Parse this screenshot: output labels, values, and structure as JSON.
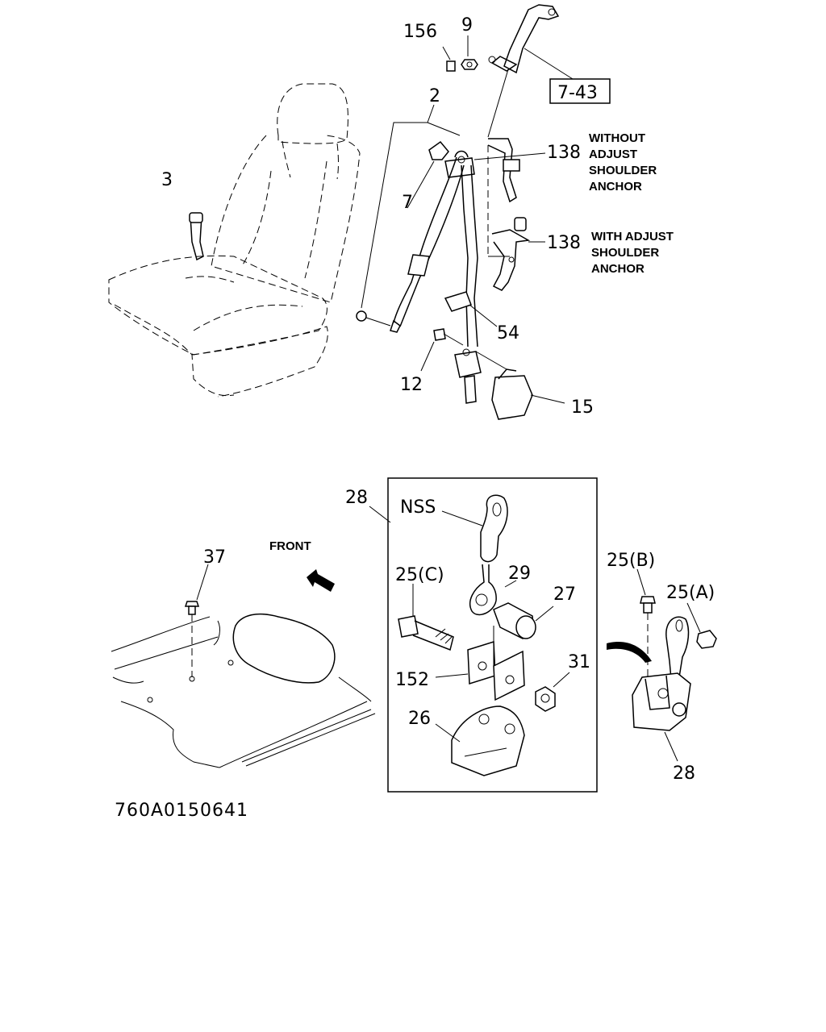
{
  "callouts": {
    "c156": "156",
    "c9": "9",
    "c743": "7-43",
    "c2": "2",
    "c3": "3",
    "c138a": "138",
    "c7": "7",
    "c138b": "138",
    "c54": "54",
    "c12": "12",
    "c15": "15",
    "c28": "28",
    "cNSS": "NSS",
    "c37": "37",
    "c25c": "25(C)",
    "c29": "29",
    "c27": "27",
    "c25b": "25(B)",
    "c25a": "25(A)",
    "c31": "31",
    "c152": "152",
    "c26": "26",
    "c28b": "28"
  },
  "notes": {
    "without": [
      "WITHOUT",
      "ADJUST",
      "SHOULDER",
      "ANCHOR"
    ],
    "with": [
      "WITH ADJUST",
      "SHOULDER",
      "ANCHOR"
    ],
    "front": "FRONT"
  },
  "drawing_code": "760A0150641"
}
